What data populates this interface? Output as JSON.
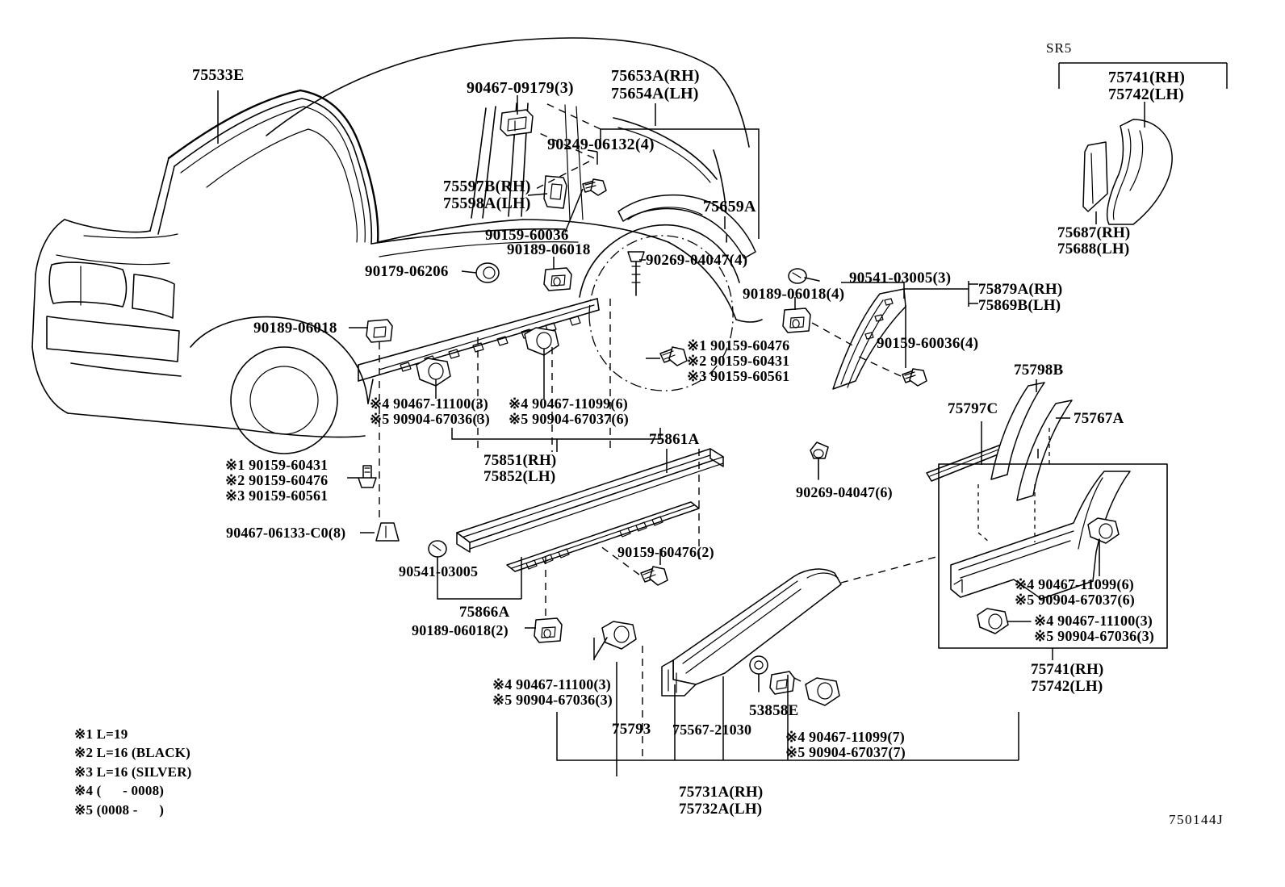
{
  "diagram": {
    "code": "750144J",
    "group_tag": "SR5"
  },
  "labels": {
    "windshield_molding": "75533E",
    "roof_drip_rh": "75653A(RH)",
    "roof_drip_lh": "75654A(LH)",
    "clip_90467_09179": "90467-09179(3)",
    "clip_90249_06132": "90249-06132(4)",
    "retainer_rh": "75597B(RH)",
    "retainer_lh": "75598A(LH)",
    "screw_90159_60036": "90159-60036",
    "clip_90189_06018": "90189-06018",
    "flare_75659A": "75659A",
    "grommet_90179_06206": "90179-06206",
    "clip_90189_06018_left": "90189-06018",
    "clip_90269_04047_4": "90269-04047(4)",
    "bolt_90541_03005_3": "90541-03005(3)",
    "clip_90189_06018_4": "90189-06018(4)",
    "screw_90159_60036_4": "90159-60036(4)",
    "panel_75879A_rh": "75879A(RH)",
    "panel_75869B_lh": "75869B(LH)",
    "note1_90159_60476": "※1 90159-60476",
    "note2_90159_60431": "※2 90159-60431",
    "note3_90159_60561": "※3 90159-60561",
    "note1_90159_60431_l": "※1 90159-60431",
    "note2_90159_60476_l": "※2 90159-60476",
    "note3_90159_60561_l": "※3 90159-60561",
    "clip_90467_06133": "90467-06133-C0(8)",
    "note4_90467_11100_3a": "※4 90467-11100(3)",
    "note5_90904_67036_3a": "※5 90904-67036(3)",
    "note4_90467_11099_6a": "※4 90467-11099(6)",
    "note5_90904_67037_6a": "※5 90904-67037(6)",
    "rocker_75851_rh": "75851(RH)",
    "rocker_75852_lh": "75852(LH)",
    "moulding_75861A": "75861A",
    "bolt_90541_03005": "90541-03005",
    "moulding_75866A": "75866A",
    "screw_90159_60476_2": "90159-60476(2)",
    "clip_90189_06018_2": "90189-06018(2)",
    "clip_90269_04047_6": "90269-04047(6)",
    "moulding_75797C": "75797C",
    "moulding_75798B": "75798B",
    "moulding_75767A": "75767A",
    "note4_90467_11099_6b": "※4 90467-11099(6)",
    "note5_90904_67037_6b": "※5 90904-67037(6)",
    "note4_90467_11100_3b": "※4 90467-11100(3)",
    "note5_90904_67036_3b": "※5 90904-67036(3)",
    "flare_75741_rh_inset": "75741(RH)",
    "flare_75742_lh_inset": "75742(LH)",
    "flare_75741_rh_top": "75741(RH)",
    "flare_75742_lh_top": "75742(LH)",
    "flare_75687_rh": "75687(RH)",
    "flare_75688_lh": "75688(LH)",
    "note4_90467_11100_3c": "※4 90467-11100(3)",
    "note5_90904_67036_3c": "※5 90904-67036(3)",
    "part_75793": "75793",
    "part_75567_21030": "75567-21030",
    "part_53858E": "53858E",
    "note4_90467_11099_7": "※4 90467-11099(7)",
    "note5_90904_67037_7": "※5 90904-67037(7)",
    "panel_75731A_rh": "75731A(RH)",
    "panel_75732A_lh": "75732A(LH)"
  },
  "legend": {
    "items": [
      "※1 L=19",
      "※2 L=16 (BLACK)",
      "※3 L=16 (SILVER)",
      "※4 (      - 0008)",
      "※5 (0008 -      )"
    ]
  }
}
